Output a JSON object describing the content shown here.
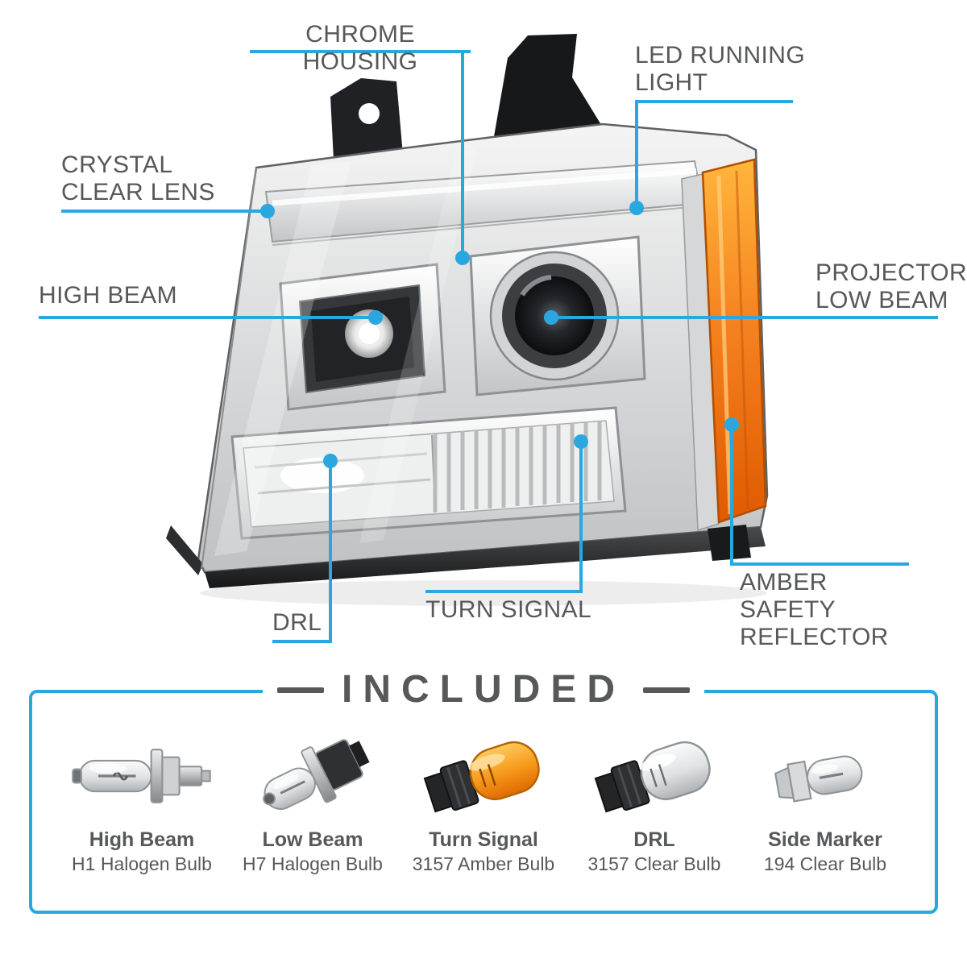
{
  "colors": {
    "accent": "#2ba7e0",
    "label_text": "#57585a",
    "amber_reflector": "#f58220"
  },
  "callouts": [
    {
      "id": "chrome-housing",
      "label": "CHROME HOUSING"
    },
    {
      "id": "led-running-light",
      "label": "LED RUNNING\nLIGHT"
    },
    {
      "id": "crystal-clear-lens",
      "label": "CRYSTAL\nCLEAR LENS"
    },
    {
      "id": "high-beam",
      "label": "HIGH BEAM"
    },
    {
      "id": "projector-low-beam",
      "label": "PROJECTOR\nLOW BEAM"
    },
    {
      "id": "amber-safety-reflector",
      "label": "AMBER SAFETY\nREFLECTOR"
    },
    {
      "id": "turn-signal",
      "label": "TURN SIGNAL"
    },
    {
      "id": "drl",
      "label": "DRL"
    }
  ],
  "included": {
    "title": "INCLUDED",
    "items": [
      {
        "name": "High Beam",
        "bulb": "H1 Halogen Bulb",
        "icon": "h1-halogen-bulb-icon"
      },
      {
        "name": "Low Beam",
        "bulb": "H7 Halogen Bulb",
        "icon": "h7-halogen-bulb-icon"
      },
      {
        "name": "Turn Signal",
        "bulb": "3157 Amber Bulb",
        "icon": "3157-amber-bulb-icon"
      },
      {
        "name": "DRL",
        "bulb": "3157 Clear Bulb",
        "icon": "3157-clear-bulb-icon"
      },
      {
        "name": "Side Marker",
        "bulb": "194 Clear Bulb",
        "icon": "194-clear-bulb-icon"
      }
    ]
  }
}
